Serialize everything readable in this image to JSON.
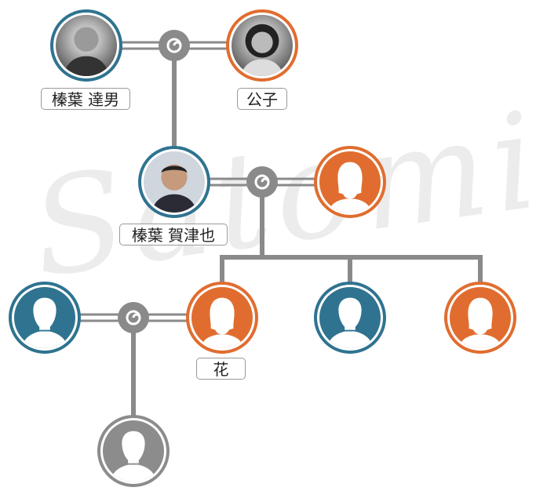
{
  "watermark": "Satomi",
  "colors": {
    "male": "#2f7390",
    "female": "#e06d2f",
    "unknown": "#8c8c8c",
    "line": "#8a8a8a"
  },
  "people": {
    "tatsuo": {
      "name": "榛葉 達男",
      "gender": "male",
      "icon": "photo"
    },
    "kimiko": {
      "name": "公子",
      "gender": "female",
      "icon": "photo"
    },
    "kazuya": {
      "name": "榛葉 賀津也",
      "gender": "male",
      "icon": "photo"
    },
    "kazuya_spouse": {
      "gender": "female",
      "icon": "female-silhouette-icon"
    },
    "hana_spouse": {
      "gender": "male",
      "icon": "male-silhouette-icon"
    },
    "hana": {
      "name": "花",
      "gender": "female",
      "icon": "female-silhouette-icon"
    },
    "child_son": {
      "gender": "male",
      "icon": "male-silhouette-icon"
    },
    "child_daughter": {
      "gender": "female",
      "icon": "female-silhouette-icon"
    },
    "grandchild": {
      "gender": "unknown",
      "icon": "person-silhouette-icon"
    }
  }
}
